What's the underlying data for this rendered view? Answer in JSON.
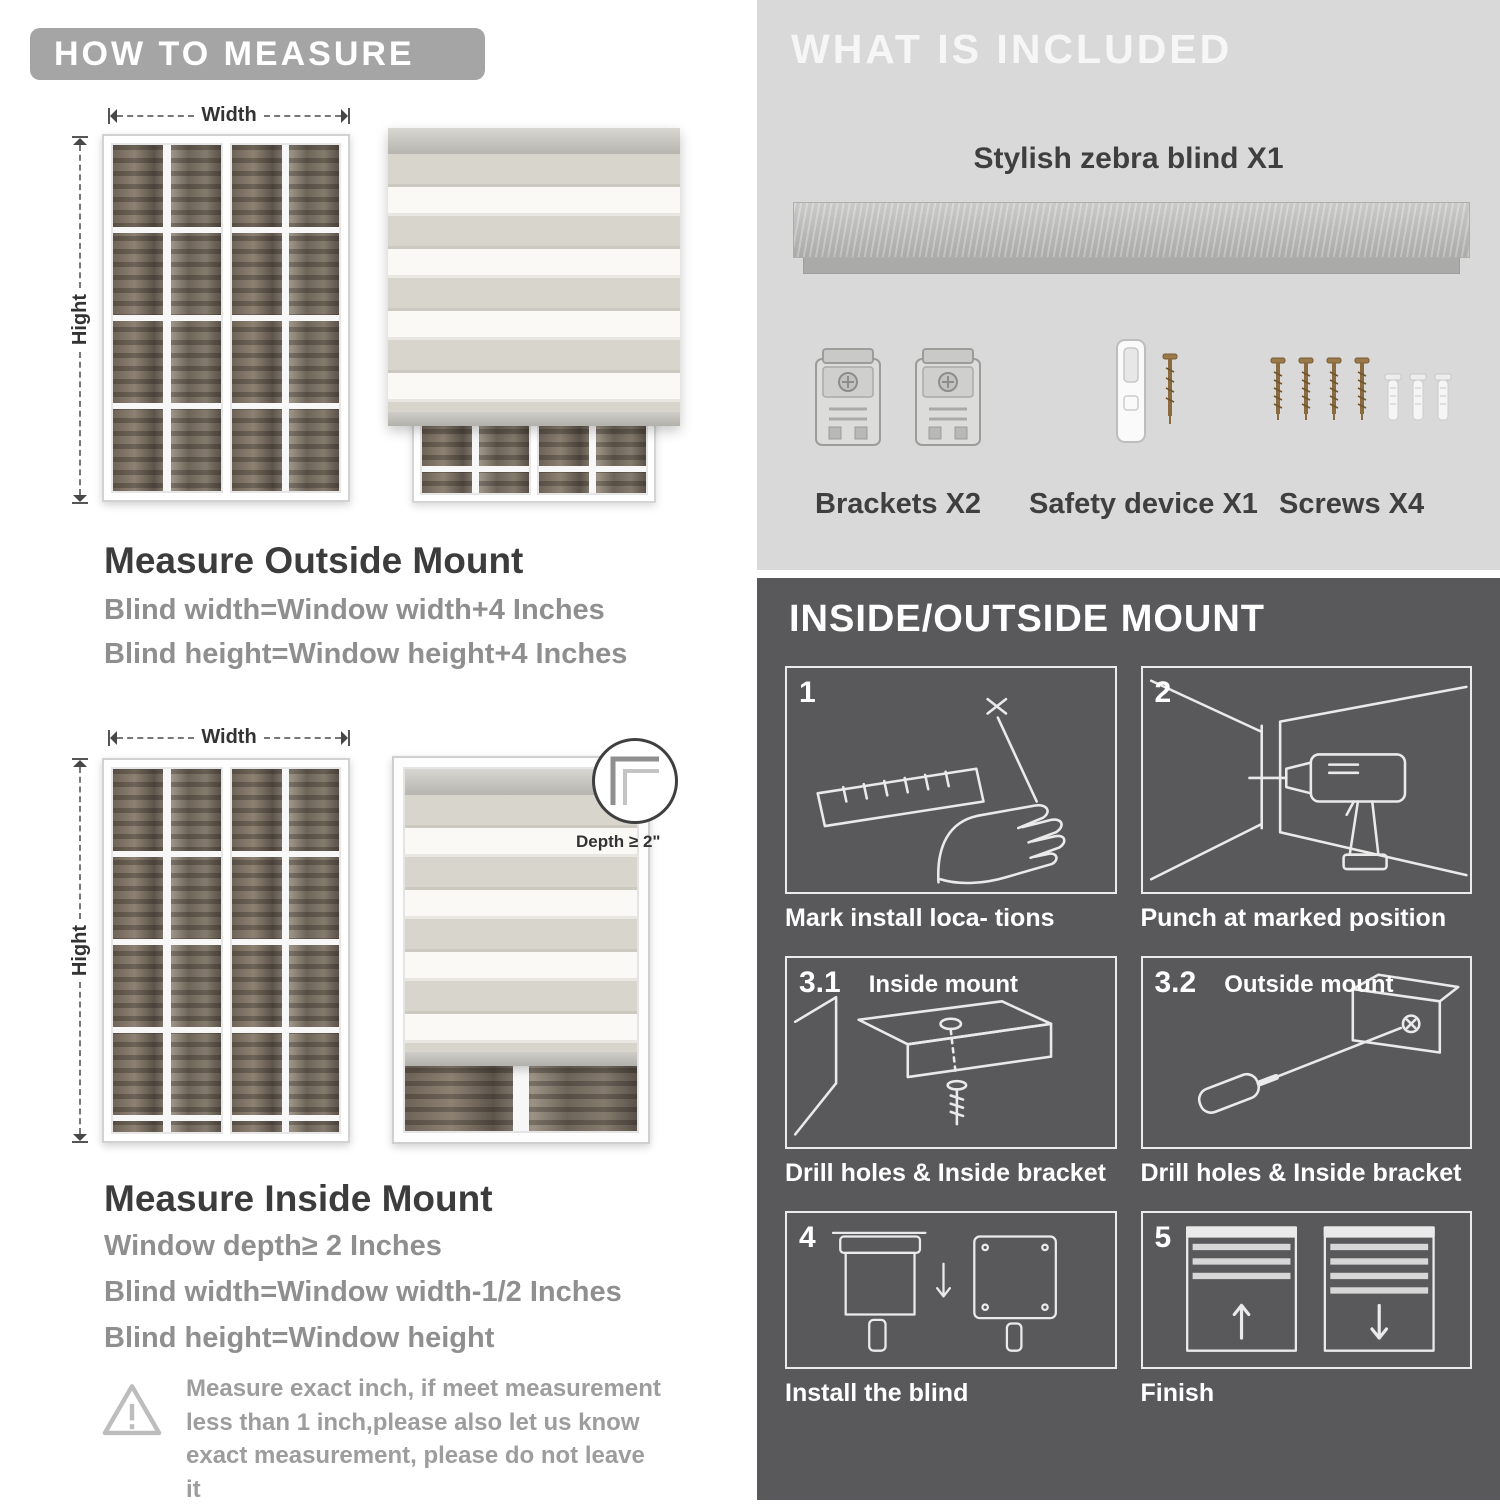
{
  "colors": {
    "header_pill_bg": "#a5a5a5",
    "included_bg": "#d9d9d9",
    "mount_bg": "#59595b",
    "title_text": "#3c3c3c",
    "body_text": "#8f8f8f"
  },
  "measure": {
    "header": "HOW TO MEASURE",
    "outside": {
      "width_label": "Width",
      "height_label": "Hight",
      "title": "Measure Outside Mount",
      "line1": "Blind width=Window width+4 Inches",
      "line2": "Blind height=Window height+4 Inches"
    },
    "inside": {
      "width_label": "Width",
      "height_label": "Hight",
      "depth_label": "Depth ≥ 2\"",
      "title": "Measure Inside Mount",
      "line1": "Window depth≥ 2 Inches",
      "line2": "Blind width=Window width-1/2 Inches",
      "line3": "Blind height=Window height"
    },
    "warning_text": "Measure exact inch, if meet measurement less than 1 inch,please also let us know exact measurement, please do not leave it"
  },
  "included": {
    "header": "WHAT IS INCLUDED",
    "blind_label": "Stylish zebra blind X1",
    "brackets_label": "Brackets X2",
    "safety_label": "Safety device X1",
    "screws_label": "Screws X4"
  },
  "mount": {
    "header": "INSIDE/OUTSIDE MOUNT",
    "steps": [
      {
        "num": "1",
        "caption": "Mark install loca- tions"
      },
      {
        "num": "2",
        "caption": "Punch at  marked position"
      },
      {
        "num": "3.1",
        "label": "Inside mount",
        "caption": "Drill holes &  Inside bracket"
      },
      {
        "num": "3.2",
        "label": "Outside mount",
        "caption": "Drill holes &  Inside bracket"
      },
      {
        "num": "4",
        "caption": "Install the blind"
      },
      {
        "num": "5",
        "caption": "Finish"
      }
    ]
  }
}
